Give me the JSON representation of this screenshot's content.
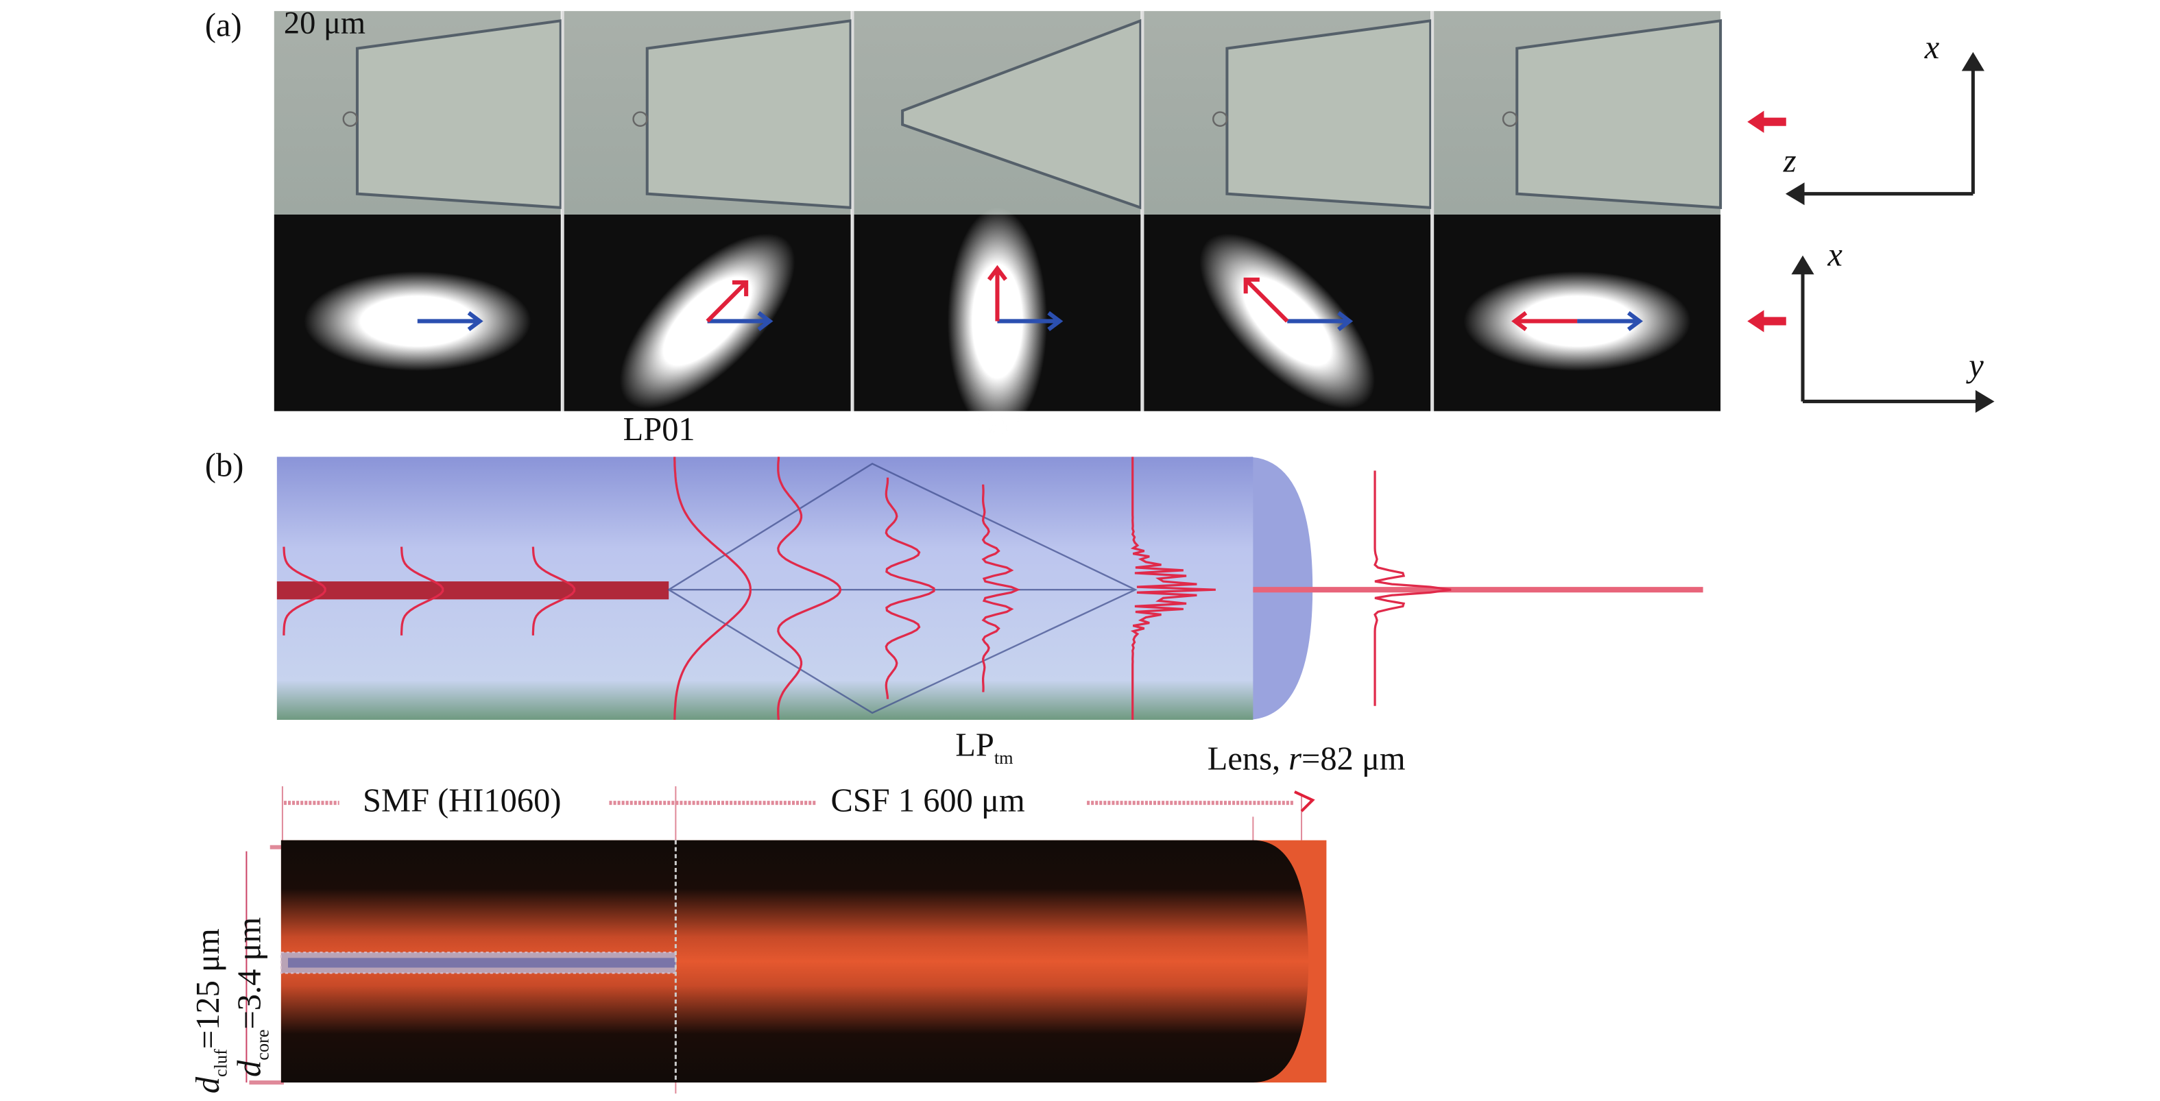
{
  "panel_a": {
    "label": "(a)",
    "scale_bar": "20 μm",
    "axes_top": {
      "vertical": "x",
      "horizontal": "z"
    },
    "axes_bottom": {
      "vertical": "x",
      "horizontal": "y"
    },
    "mode_label": "LP01"
  },
  "panel_b": {
    "label": "(b)",
    "mode_label_main": "LP",
    "mode_label_sub": "tm",
    "lens_prefix": "Lens, ",
    "lens_r": "r",
    "lens_value": "=82 μm",
    "smf_label": "SMF (HI1060)",
    "csf_label": "CSF 1 600 μm",
    "d_clad_main": "d",
    "d_clad_sub": "cluf",
    "d_clad_value": "=125 μm",
    "d_core_main": "d",
    "d_core_sub": "core",
    "d_core_value": "=3.4 μm"
  },
  "colors": {
    "red": "#e0203a",
    "blue": "#2b4fb0",
    "orange": "#e5582f"
  }
}
